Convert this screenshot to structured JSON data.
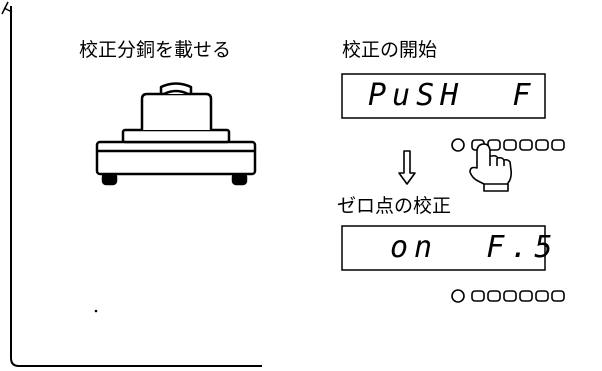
{
  "left_label": "校正分銅を載せる",
  "step1": {
    "title": "校正の開始",
    "display": "PuSH  F"
  },
  "step2": {
    "title": "ゼロ点の校正",
    "display": "on  F.5"
  }
}
